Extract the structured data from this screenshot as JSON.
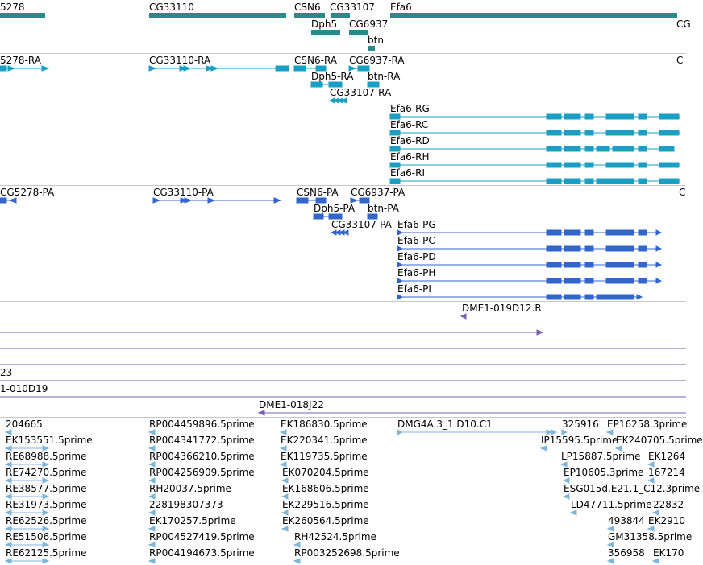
{
  "colors": {
    "gene": "#2a8a8a",
    "transcript": "#1a9ec4",
    "protein": "#3366cc",
    "clone": "#7b5fb0",
    "est": "#7fb6d8",
    "separator": "#c8c8c8"
  },
  "tracks": {
    "genes": [
      "5278",
      "CG33110",
      "CSN6",
      "CG33107",
      "Efa6",
      "Dph5",
      "CG6937",
      "btn",
      "CG"
    ],
    "transcripts": [
      "5278-RA",
      "CG33110-RA",
      "CSN6-RA",
      "CG6937-RA",
      "Dph5-RA",
      "btn-RA",
      "CG33107-RA",
      "Efa6-RG",
      "Efa6-RC",
      "Efa6-RD",
      "Efa6-RH",
      "Efa6-RI",
      "C"
    ],
    "proteins": [
      "CG5278-PA",
      "CG33110-PA",
      "CSN6-PA",
      "CG6937-PA",
      "Dph5-PA",
      "btn-PA",
      "CG33107-PA",
      "Efa6-PG",
      "Efa6-PC",
      "Efa6-PD",
      "Efa6-PH",
      "Efa6-PI",
      "C"
    ],
    "clones": [
      "DME1-019D12.R",
      "23",
      "1-010D19",
      "DME1-018J22"
    ],
    "ests": [
      "204665",
      "EK153551.5prime",
      "RE68988.5prime",
      "RE74270.5prime",
      "RE38577.5prime",
      "RE31973.5prime",
      "RE62526.5prime",
      "RE51506.5prime",
      "RE62125.5prime",
      "RP004459896.5prime",
      "RP004341772.5prime",
      "RP004366210.5prime",
      "RP004256909.5prime",
      "RH20037.5prime",
      "228198307373",
      "EK170257.5prime",
      "RP004527419.5prime",
      "RP004194673.5prime",
      "EK186830.5prime",
      "EK220341.5prime",
      "EK119735.5prime",
      "EK070204.5prime",
      "EK168606.5prime",
      "EK229516.5prime",
      "EK260564.5prime",
      "RH42524.5prime",
      "RP003252698.5prime",
      "DMG4A.3_1.D10.C1",
      "325916",
      "EP16258.3prime",
      "IP15595.5prime",
      "EK240705.5prime",
      "LP15887.5prime",
      "EK1264",
      "EP10605.3prime",
      "167214",
      "ESG015d.E21.1_C12.3prime",
      "LD47711.5prime",
      "22832",
      "493844",
      "EK2910",
      "GM31358.5prime",
      "356958",
      "EK170"
    ]
  }
}
